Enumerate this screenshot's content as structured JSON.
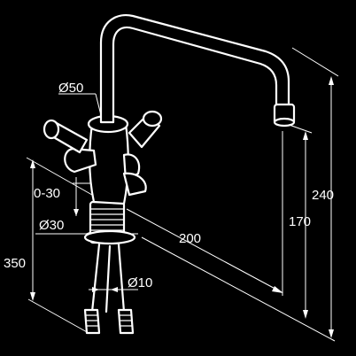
{
  "dimensions": {
    "spout_height": "240",
    "outlet_height": "170",
    "spout_reach": "200",
    "base_diameter": "Ø50",
    "adjust_range": "0-30",
    "shank_diameter": "Ø30",
    "hose_length": "350",
    "hose_diameter": "Ø10"
  },
  "colors": {
    "background": "#000000",
    "lines": "#ffffff"
  }
}
